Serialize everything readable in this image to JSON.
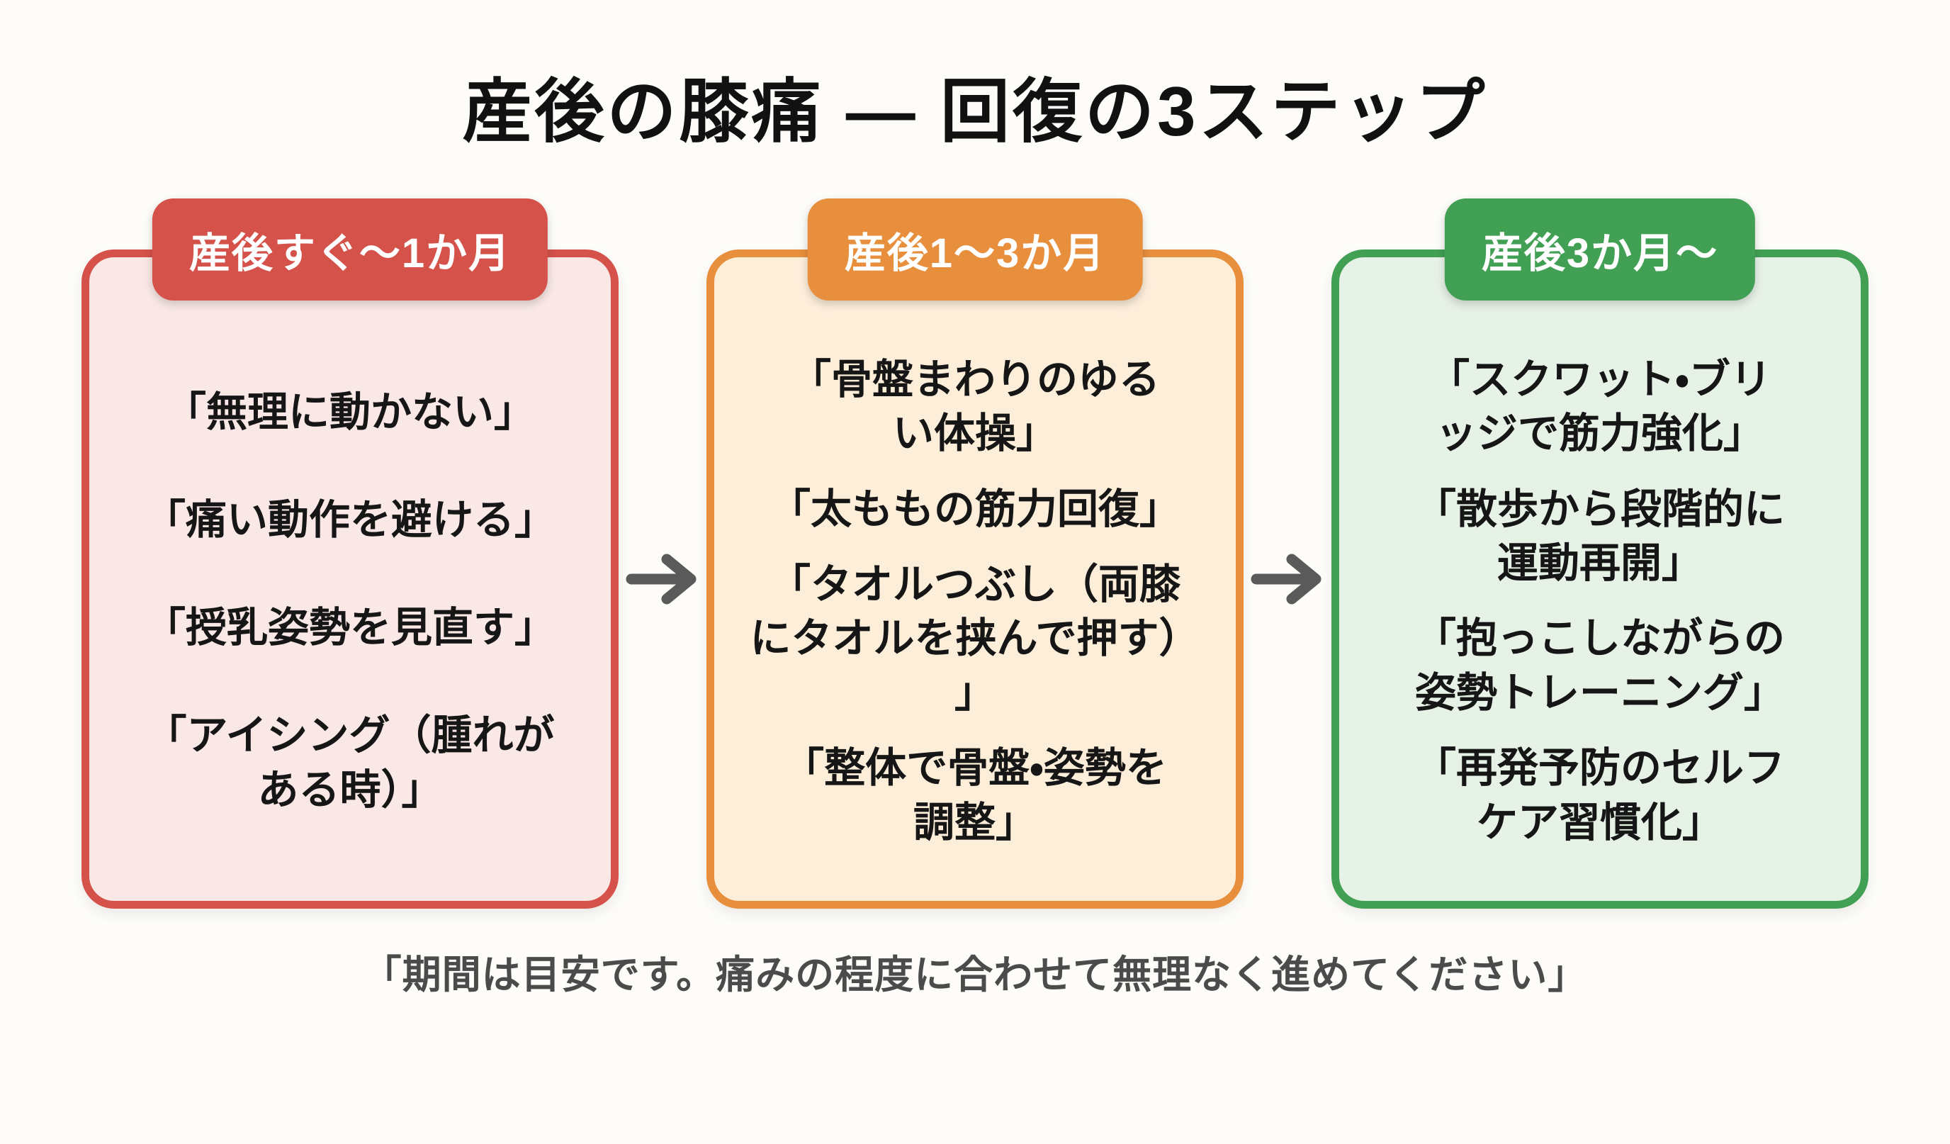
{
  "title": "産後の膝痛 — 回復の3ステップ",
  "steps": [
    {
      "badge": "産後すぐ〜1か月",
      "accent": "#d5524b",
      "bg": "#fae8e6",
      "items": [
        "「無理に動かない」",
        "「痛い動作を避ける」",
        "「授乳姿勢を見直す」",
        "「アイシング（腫れが\nある時）」"
      ]
    },
    {
      "badge": "産後1〜3か月",
      "accent": "#e88f3d",
      "bg": "#fdeeda",
      "items": [
        "「骨盤まわりのゆる\nい体操」",
        "「太ももの筋力回復」",
        "「タオルつぶし（両膝\nにタオルを挟んで押す）\n」",
        "「整体で骨盤・姿勢を\n調整」"
      ]
    },
    {
      "badge": "産後3か月〜",
      "accent": "#42a055",
      "bg": "#e7f2e7",
      "items": [
        "「スクワット・ブリ\nッジで筋力強化」",
        "「散歩から段階的に\n運動再開」",
        "「抱っこしながらの\n姿勢トレーニング」",
        "「再発予防のセルフ\nケア習慣化」"
      ]
    }
  ],
  "arrow_color": "#5a5a5a",
  "footer": "「期間は目安です。痛みの程度に合わせて無理なく進めてください」"
}
